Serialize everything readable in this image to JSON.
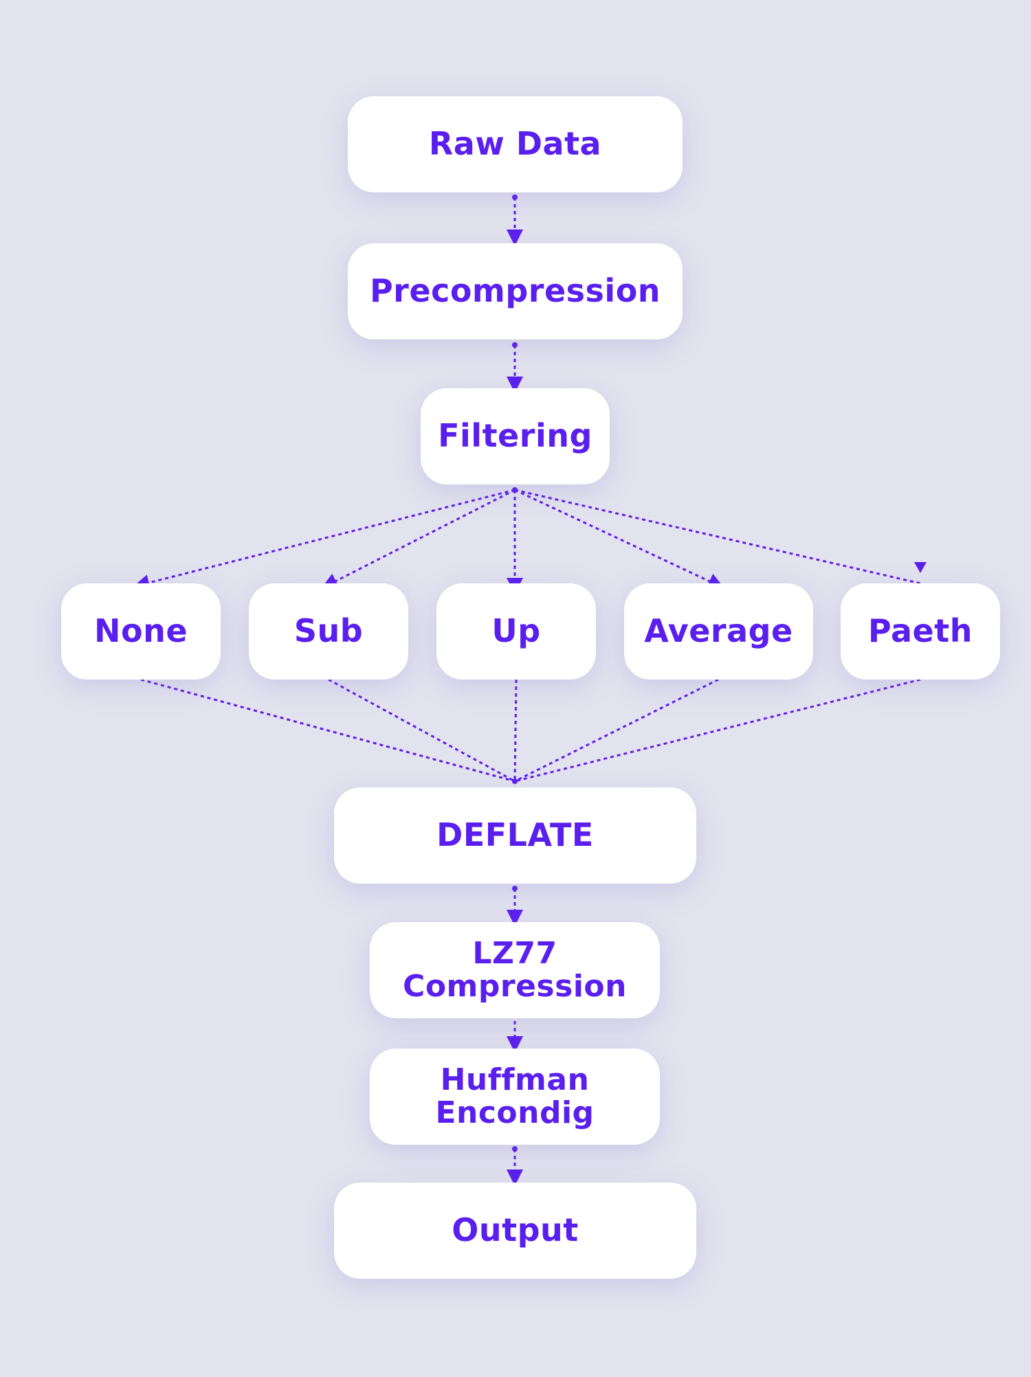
{
  "diagram": {
    "accent_color": "#5a1fef",
    "background_color": "#e3e3ef",
    "node_color": "#ffffff",
    "nodes": {
      "raw_data": "Raw Data",
      "precompression": "Precompression",
      "filtering": "Filtering",
      "none": "None",
      "sub": "Sub",
      "up": "Up",
      "average": "Average",
      "paeth": "Paeth",
      "deflate": "DEFLATE",
      "lz77_line1": "LZ77",
      "lz77_line2": "Compression",
      "huffman_line1": "Huffman",
      "huffman_line2": "Encondig",
      "output": "Output"
    }
  }
}
